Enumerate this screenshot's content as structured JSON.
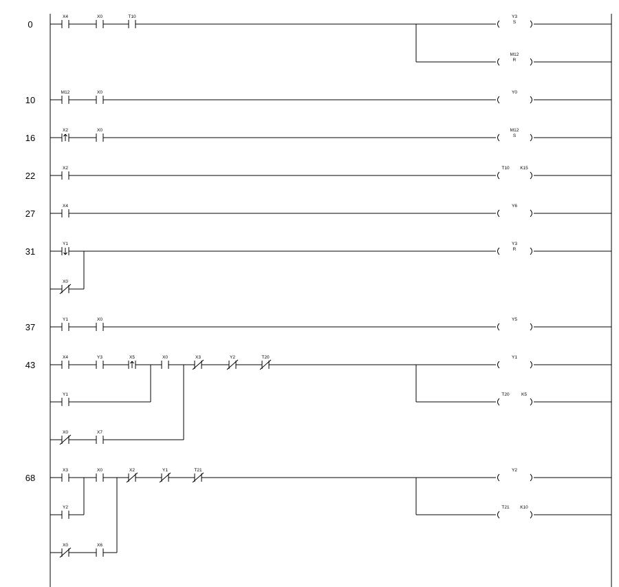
{
  "diagram": {
    "type": "ladder-logic",
    "rungs": [
      {
        "step": "0",
        "branches": [
          {
            "elements": [
              {
                "kind": "NO",
                "label": "X4"
              },
              {
                "kind": "NO",
                "label": "X0"
              },
              {
                "kind": "NO",
                "label": "T10"
              }
            ]
          }
        ],
        "outputs": [
          {
            "name": "Y3",
            "arg": "S"
          },
          {
            "name": "M12",
            "arg": "R"
          }
        ]
      },
      {
        "step": "10",
        "branches": [
          {
            "elements": [
              {
                "kind": "NO",
                "label": "M12"
              },
              {
                "kind": "NO",
                "label": "X0"
              }
            ]
          }
        ],
        "outputs": [
          {
            "name": "Y0",
            "arg": ""
          }
        ]
      },
      {
        "step": "16",
        "branches": [
          {
            "elements": [
              {
                "kind": "PLS",
                "label": "X2"
              },
              {
                "kind": "NO",
                "label": "X0"
              }
            ]
          }
        ],
        "outputs": [
          {
            "name": "M12",
            "arg": "S"
          }
        ]
      },
      {
        "step": "22",
        "branches": [
          {
            "elements": [
              {
                "kind": "NO",
                "label": "X2"
              }
            ]
          }
        ],
        "outputs": [
          {
            "name": "T10",
            "arg": "K15"
          }
        ]
      },
      {
        "step": "27",
        "branches": [
          {
            "elements": [
              {
                "kind": "NO",
                "label": "X4"
              }
            ]
          }
        ],
        "outputs": [
          {
            "name": "Y6",
            "arg": ""
          }
        ]
      },
      {
        "step": "31",
        "branches": [
          {
            "elements": [
              {
                "kind": "PLF",
                "label": "Y1"
              }
            ]
          },
          {
            "elements": [
              {
                "kind": "NC",
                "label": "X0"
              }
            ]
          }
        ],
        "outputs": [
          {
            "name": "Y3",
            "arg": "R"
          }
        ]
      },
      {
        "step": "37",
        "branches": [
          {
            "elements": [
              {
                "kind": "NO",
                "label": "Y1"
              },
              {
                "kind": "NO",
                "label": "X0"
              }
            ]
          }
        ],
        "outputs": [
          {
            "name": "Y5",
            "arg": ""
          }
        ]
      },
      {
        "step": "43",
        "branches": [
          {
            "elements": [
              {
                "kind": "NO",
                "label": "X4"
              },
              {
                "kind": "NO",
                "label": "Y3"
              },
              {
                "kind": "PLS",
                "label": "X5"
              },
              {
                "kind": "NO",
                "label": "X0"
              },
              {
                "kind": "NC",
                "label": "X3"
              },
              {
                "kind": "NC",
                "label": "Y2"
              },
              {
                "kind": "NC",
                "label": "T20"
              }
            ]
          },
          {
            "elements": [
              {
                "kind": "NO",
                "label": "Y1"
              }
            ]
          },
          {
            "elements": [
              {
                "kind": "NC",
                "label": "X0"
              },
              {
                "kind": "NO",
                "label": "X7"
              }
            ]
          }
        ],
        "outputs": [
          {
            "name": "Y1",
            "arg": ""
          },
          {
            "name": "T20",
            "arg": "K5"
          }
        ]
      },
      {
        "step": "68",
        "branches": [
          {
            "elements": [
              {
                "kind": "NO",
                "label": "X3"
              },
              {
                "kind": "NO",
                "label": "X0"
              },
              {
                "kind": "NC",
                "label": "X2"
              },
              {
                "kind": "NC",
                "label": "Y1"
              },
              {
                "kind": "NC",
                "label": "T21"
              }
            ]
          },
          {
            "elements": [
              {
                "kind": "NO",
                "label": "Y2"
              }
            ]
          },
          {
            "elements": [
              {
                "kind": "NC",
                "label": "X0"
              },
              {
                "kind": "NO",
                "label": "X6"
              }
            ]
          }
        ],
        "outputs": [
          {
            "name": "Y2",
            "arg": ""
          },
          {
            "name": "T21",
            "arg": "K10"
          }
        ]
      }
    ]
  }
}
